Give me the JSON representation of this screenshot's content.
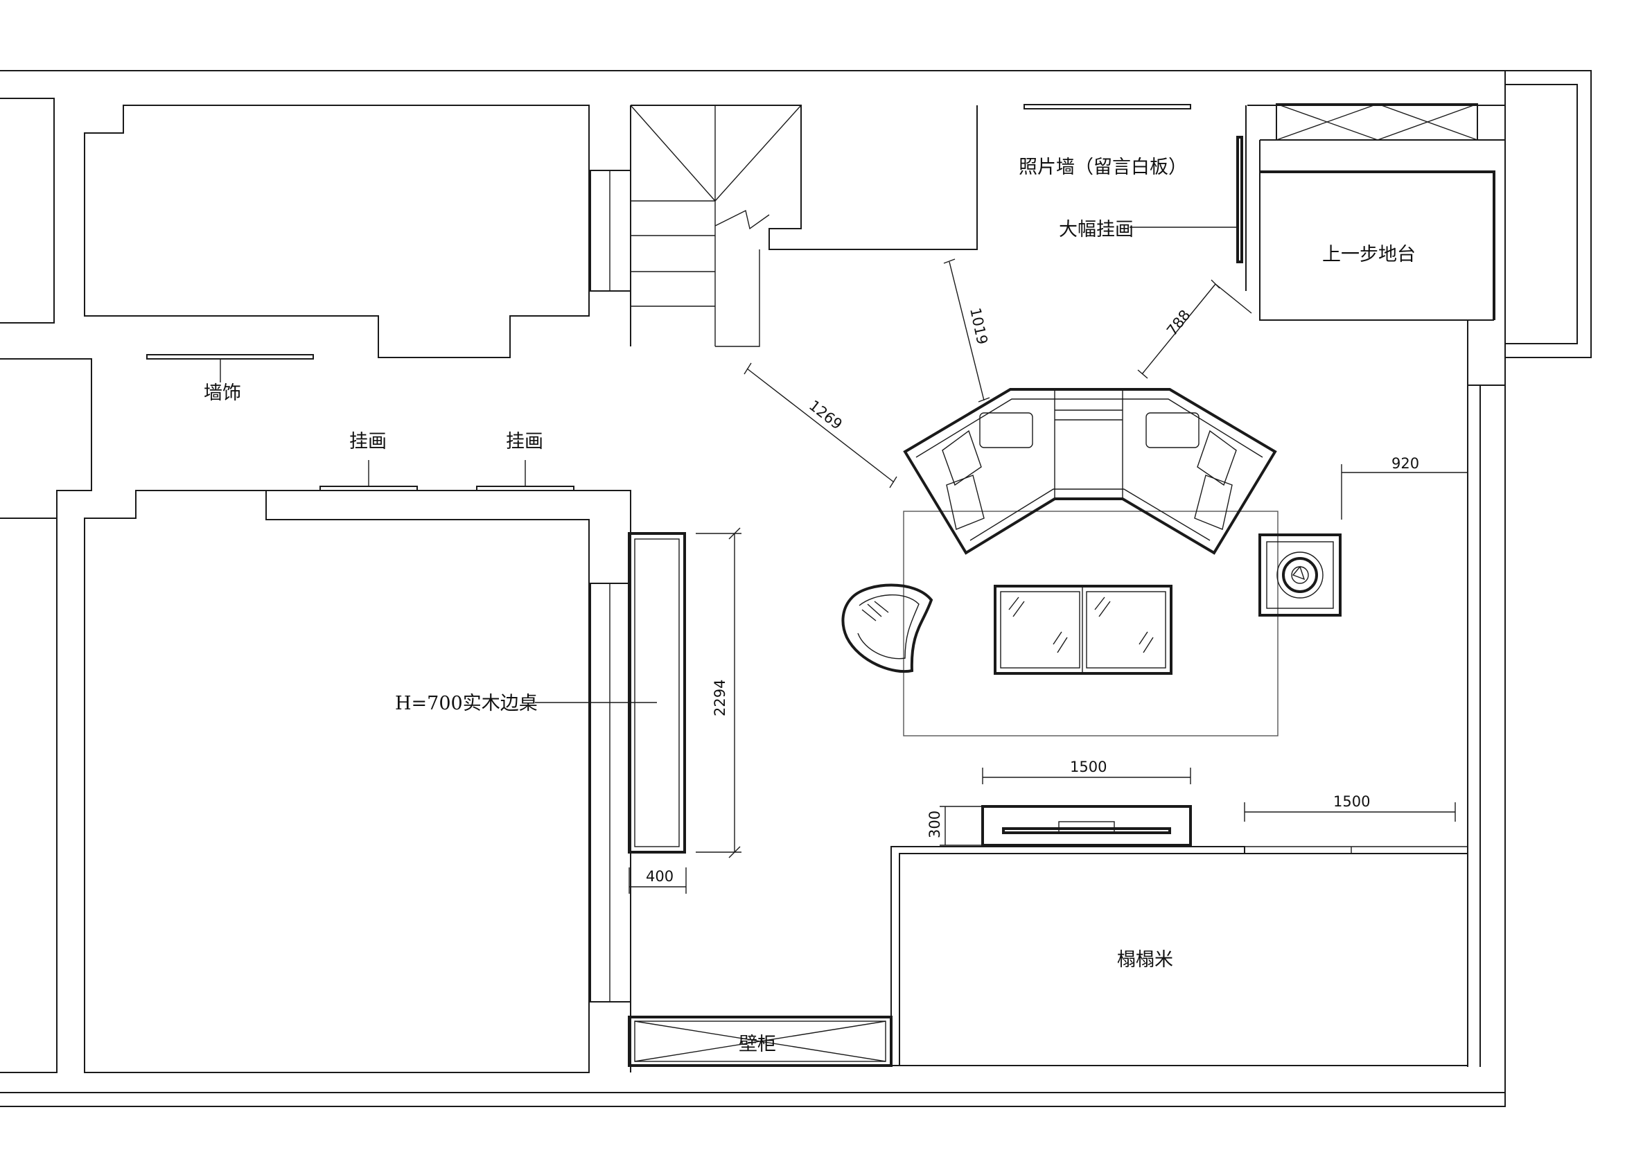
{
  "labels": {
    "photo_wall": "照片墙（留言白板）",
    "large_painting": "大幅挂画",
    "raised_platform": "上一步地台",
    "wall_decor": "墙饰",
    "painting_left": "挂画",
    "painting_right": "挂画",
    "side_table": "H=700实木边桌",
    "tatami": "榻榻米",
    "wall_cabinet": "壁柜"
  },
  "dimensions": {
    "d_1019": "1019",
    "d_788": "788",
    "d_1269": "1269",
    "d_920": "920",
    "d_2294": "2294",
    "d_400": "400",
    "d_1500_tv": "1500",
    "d_300": "300",
    "d_1500_right": "1500"
  }
}
